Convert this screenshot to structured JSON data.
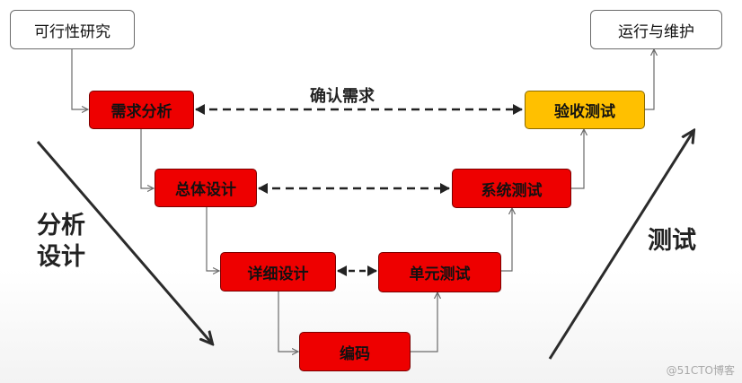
{
  "nodes": {
    "feasibility": "可行性研究",
    "requirements": "需求分析",
    "overall_design": "总体设计",
    "detailed_design": "详细设计",
    "coding": "编码",
    "unit_test": "单元测试",
    "system_test": "系统测试",
    "acceptance_test": "验收测试",
    "operation": "运行与维护"
  },
  "labels": {
    "confirm_requirements": "确认需求",
    "analysis_line1": "分析",
    "analysis_line2": "设计",
    "testing": "测试"
  },
  "watermark": "@51CTO博客",
  "colors": {
    "phase_red": "#ee0000",
    "acceptance_gold": "#ffc000",
    "line": "#6b6b6b",
    "dashed_arrow": "#222222"
  }
}
